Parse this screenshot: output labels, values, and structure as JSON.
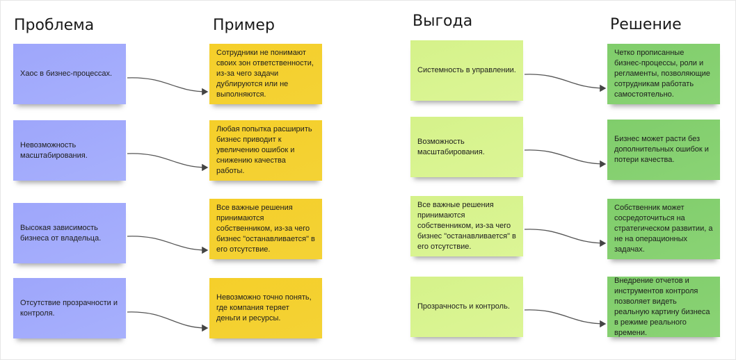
{
  "headers": {
    "problem": "Проблема",
    "example": "Пример",
    "benefit": "Выгода",
    "solution": "Решение"
  },
  "problems": [
    "Хаос в бизнес-процессах.",
    "Невозможность масштабирования.",
    "Высокая зависимость бизнеса от владельца.",
    "Отсутствие прозрачности и контроля."
  ],
  "examples": [
    "Сотрудники не понимают своих зон ответственности, из-за чего задачи дублируются или не выполняются.",
    "Любая попытка расширить бизнес приводит к увеличению ошибок и снижению качества работы.",
    "Все важные решения принимаются собственником, из-за чего бизнес \"останавливается\" в его отсутствие.",
    "Невозможно точно понять, где компания теряет деньги и ресурсы."
  ],
  "benefits": [
    "Системность в управлении.",
    "Возможность масштабирования.",
    "Все важные решения принимаются собственником, из-за чего бизнес \"останавливается\" в его отсутствие.",
    "Прозрачность и контроль."
  ],
  "solutions": [
    "Четко прописанные бизнес-процессы, роли и регламенты, позволяющие сотрудникам работать самостоятельно.",
    "Бизнес может расти без дополнительных ошибок и потери качества.",
    "Собственник может сосредоточиться на стратегическом развитии, а не на операционных задачах.",
    "Внедрение отчетов и инструментов контроля позволяет видеть реальную картину бизнеса в режиме реального времени."
  ]
}
